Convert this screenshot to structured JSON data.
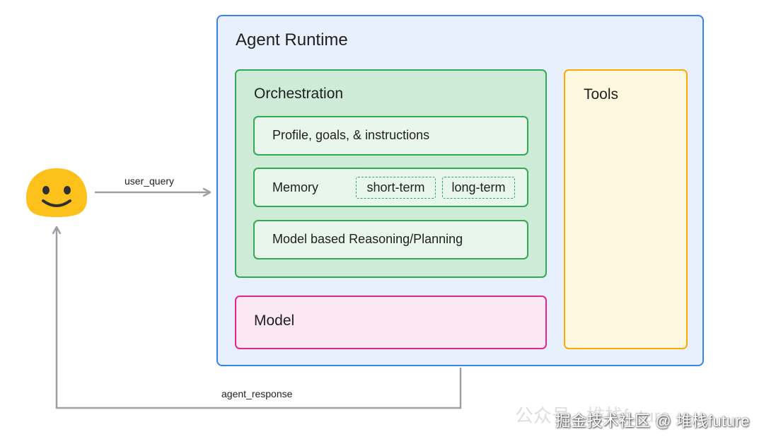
{
  "runtime": {
    "title": "Agent Runtime"
  },
  "orchestration": {
    "title": "Orchestration",
    "items": [
      {
        "label": "Profile, goals, & instructions"
      },
      {
        "label": "Memory",
        "tags": [
          "short-term",
          "long-term"
        ]
      },
      {
        "label": "Model based Reasoning/Planning"
      }
    ]
  },
  "model": {
    "title": "Model"
  },
  "tools": {
    "title": "Tools"
  },
  "edges": {
    "query": "user_query",
    "response": "agent_response"
  },
  "user": {
    "icon": "smiley-face-icon"
  },
  "watermark": {
    "ghost": "公众号 · 堆栈future",
    "text": "掘金技术社区 @ 堆栈future"
  },
  "colors": {
    "runtime_border": "#3b82e6",
    "runtime_fill": "#e8f0fe",
    "orchestration_border": "#34a853",
    "model_border": "#e52592",
    "tools_border": "#f9ab00",
    "arrow": "#9aa0a6"
  }
}
